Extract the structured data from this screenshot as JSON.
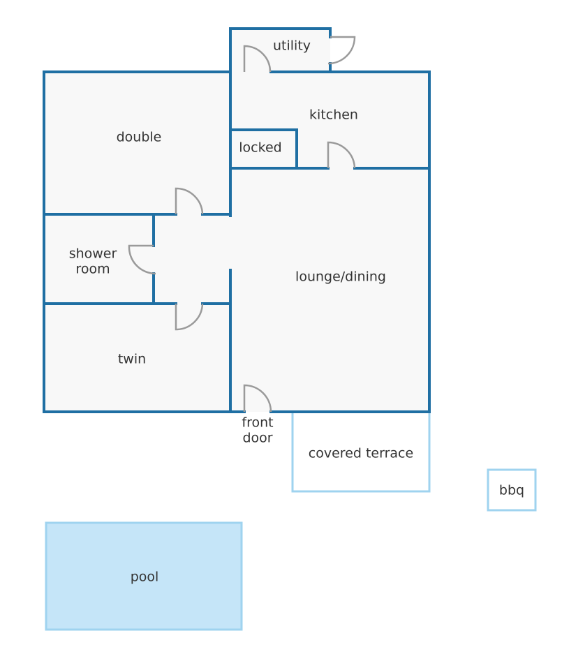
{
  "colors": {
    "wall": "#1f6fa3",
    "outdoor_outline": "#9fd3ef",
    "floor": "#f8f8f8",
    "pool_fill": "#c5e5f8",
    "door_swing": "#9a9a9a",
    "label": "#333333"
  },
  "rooms": {
    "utility": "utility",
    "kitchen": "kitchen",
    "double": "double",
    "locked": "locked",
    "shower_room": [
      "shower",
      "room"
    ],
    "lounge_dining": "lounge/dining",
    "twin": "twin",
    "front_door": [
      "front",
      "door"
    ],
    "covered_terrace": "covered terrace",
    "bbq": "bbq",
    "pool": "pool"
  }
}
